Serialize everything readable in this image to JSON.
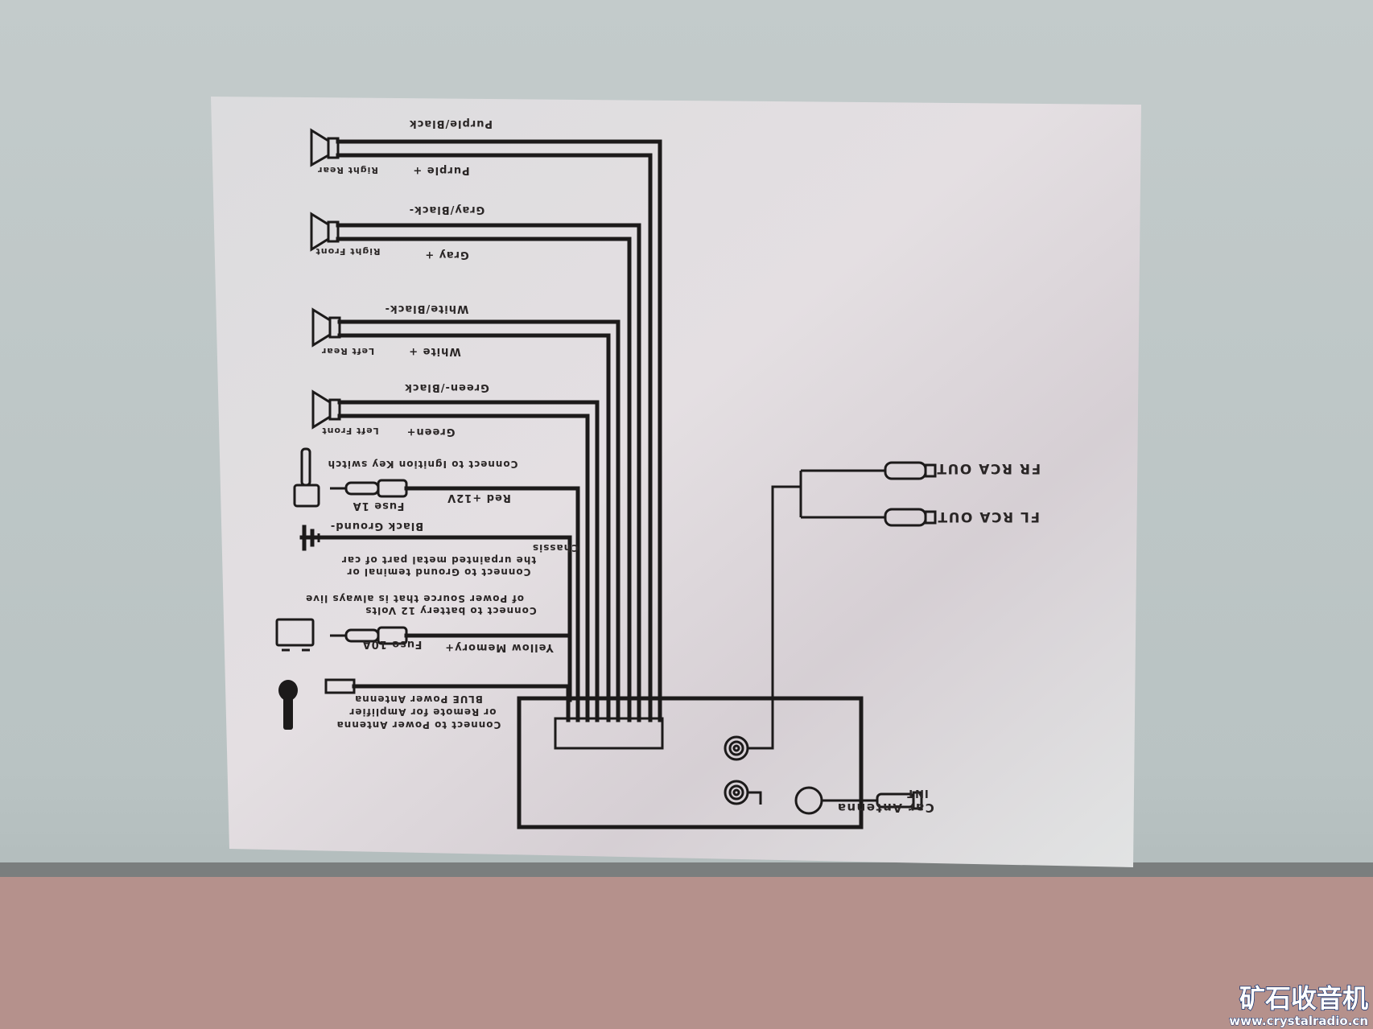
{
  "speakers": [
    {
      "neg_label": "Purple/Black",
      "pos_label": "Purple +",
      "position": "Right Rear"
    },
    {
      "neg_label": "Gray/Black-",
      "pos_label": "Gray +",
      "position": "Right Front"
    },
    {
      "neg_label": "White/Black-",
      "pos_label": "White +",
      "position": "Left Rear"
    },
    {
      "neg_label": "Green-/Black",
      "pos_label": "Green+",
      "position": "Left Front"
    }
  ],
  "ignition": {
    "note": "Connect to Ignition Key switch",
    "wire": "Red +12V",
    "fuse": "Fuse 1A"
  },
  "ground": {
    "wire": "Black Ground-",
    "note_lines": [
      "Connect to Ground teminal or",
      "the urpainted metal part of car",
      "Chassis"
    ]
  },
  "memory": {
    "note_lines": [
      "Connect to battery 12 Volts",
      "of Power Source that is always live"
    ],
    "wire": "Yellow Memory+",
    "fuse": "Fuse 10A"
  },
  "antenna_power": {
    "note_lines": [
      "Connect to Power Antenna",
      "or Remote for Amplifier",
      "BLUE  Power Antenna"
    ]
  },
  "rca": {
    "fr": "FR RCA OUT",
    "fl": "FL RCA OUT"
  },
  "car_antenna": {
    "label": "Car Antenna",
    "sub": "INT"
  },
  "watermark": {
    "cn": "矿石收音机",
    "url": "www.crystalradio.cn"
  }
}
